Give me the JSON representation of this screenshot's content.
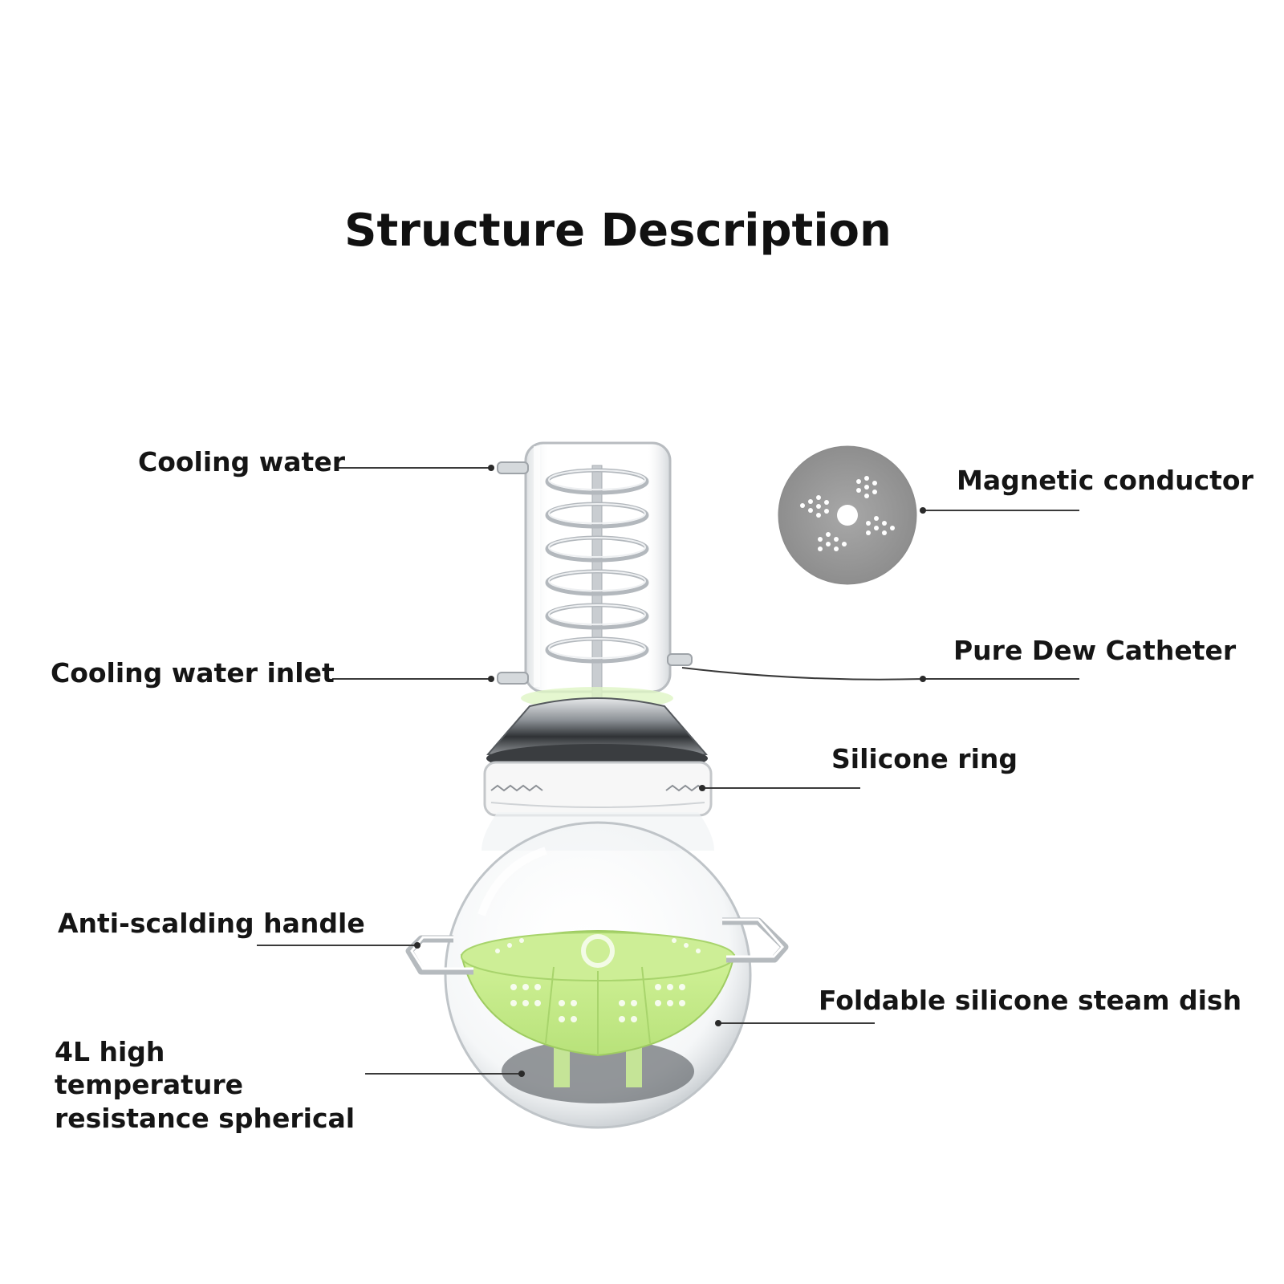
{
  "title": "Structure Description",
  "labels": {
    "cooling_water": "Cooling water",
    "cooling_water_inlet": "Cooling water inlet",
    "anti_scalding_handle": "Anti-scalding handle",
    "spherical_bottle": "4L high temperature resistance spherical",
    "magnetic_conductor": "Magnetic conductor",
    "pure_dew_catheter": "Pure Dew Catheter",
    "silicone_ring": "Silicone ring",
    "steam_dish": "Foldable silicone steam dish"
  },
  "colors": {
    "steam_dish_green": "#c8ef8a",
    "magnetic_disc_gray": "#9a9a9a",
    "glass_outline": "#b8bcc0",
    "metal_dark": "#3a3d40"
  },
  "icons": {
    "distiller": "essential-oil-distiller-illustration",
    "magnetic_conductor": "perforated-disc-icon"
  }
}
